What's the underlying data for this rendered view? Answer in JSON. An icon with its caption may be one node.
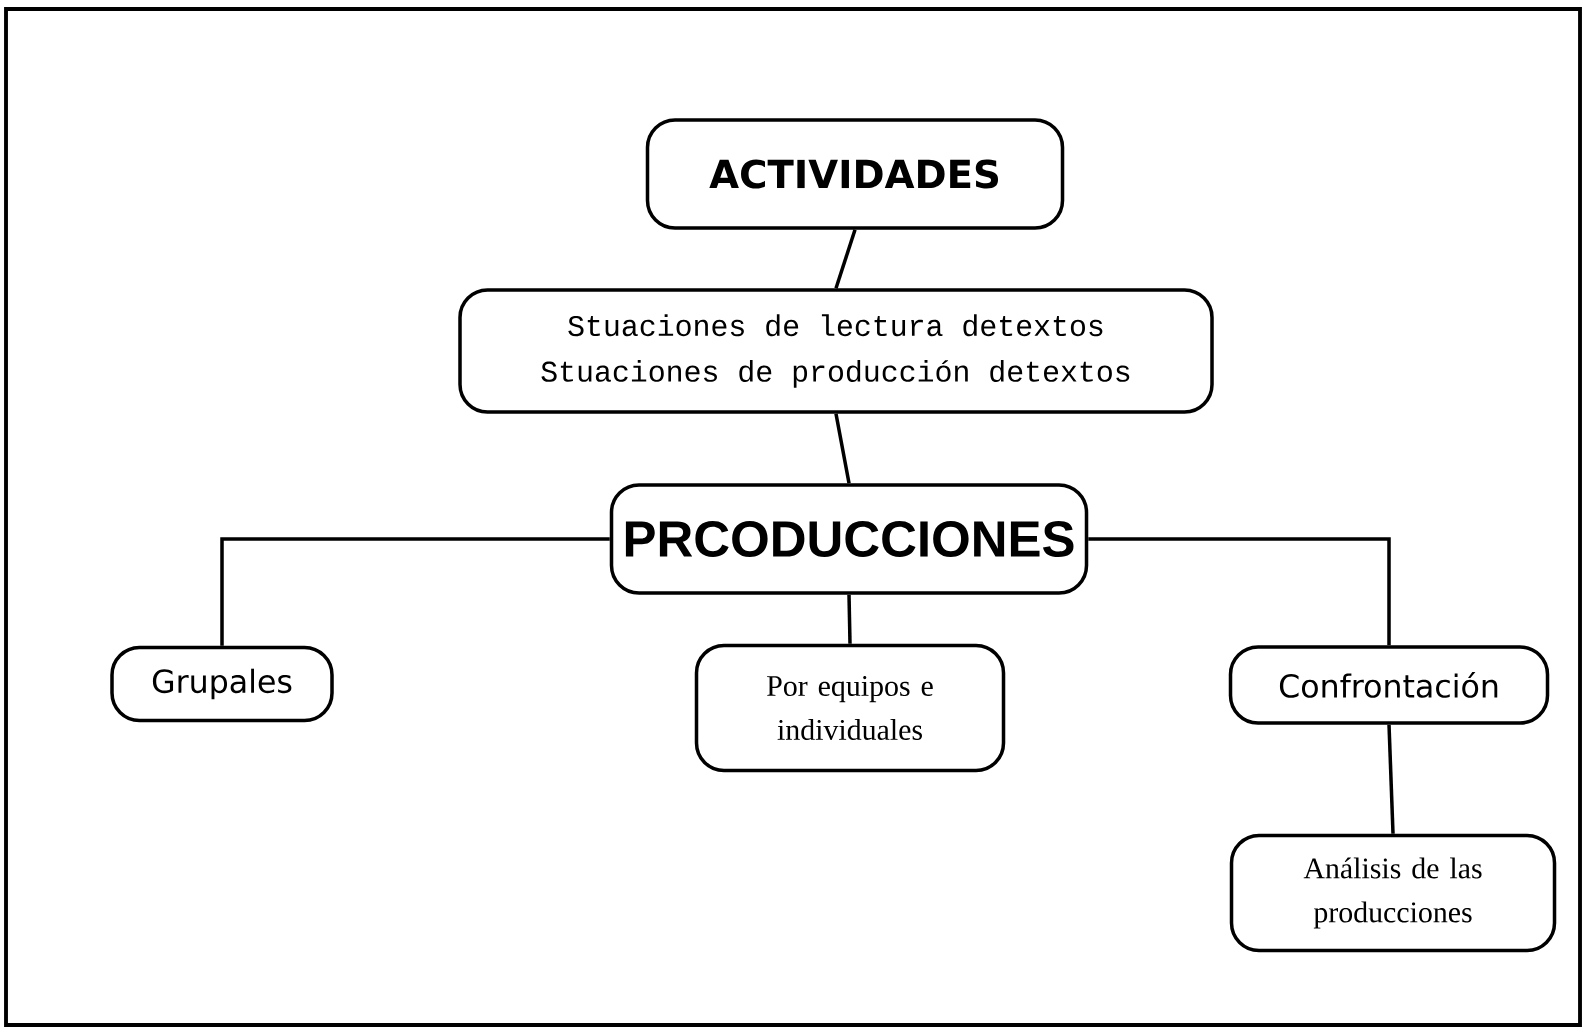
{
  "diagram": {
    "nodes": [
      {
        "text": [
          "ACTIVIDADES"
        ]
      },
      {
        "text": [
          "Stuaciones de lectura detextos",
          "Stuaciones de producción detextos"
        ]
      },
      {
        "text": [
          "PRCODUCCIONES"
        ]
      },
      {
        "text": [
          "Grupales"
        ]
      },
      {
        "text": [
          "Por equipos e individuales"
        ]
      },
      {
        "text": [
          "Confrontación"
        ]
      },
      {
        "text": [
          "Análisis de las producciones"
        ]
      }
    ],
    "edges": [
      {
        "from": 0,
        "to": 1,
        "arrow": "none"
      },
      {
        "from": 1,
        "to": 2,
        "arrow": "none"
      },
      {
        "from": 2,
        "to": 3,
        "arrow": "none"
      },
      {
        "from": 2,
        "to": 4,
        "arrow": "none"
      },
      {
        "from": 2,
        "to": 5,
        "arrow": "none"
      },
      {
        "from": 5,
        "to": 6,
        "arrow": "none"
      }
    ]
  }
}
